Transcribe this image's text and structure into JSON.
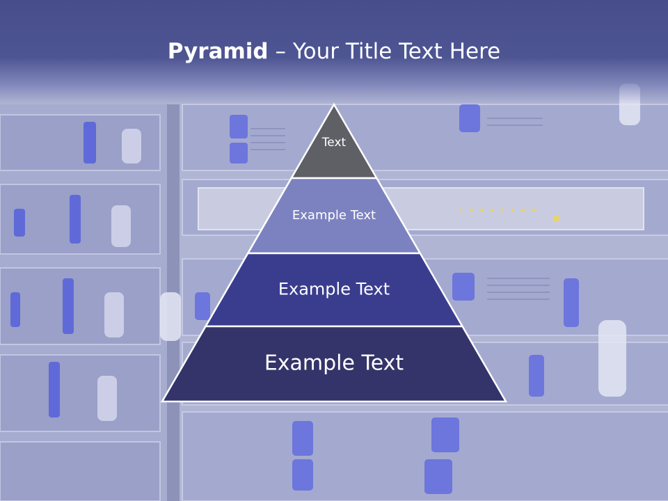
{
  "slide": {
    "title_bold": "Pyramid",
    "title_rest": " – Your Title Text Here"
  },
  "pyramid": {
    "tiers": [
      {
        "label": "Text",
        "color": "#5f5f66"
      },
      {
        "label": "Example Text",
        "color": "#7c82c0"
      },
      {
        "label": "Example Text",
        "color": "#3a3d8e"
      },
      {
        "label": "Example Text",
        "color": "#34346a"
      }
    ]
  },
  "colors": {
    "title_band": "#4e5593",
    "background_tint": "#b3b8d6"
  }
}
